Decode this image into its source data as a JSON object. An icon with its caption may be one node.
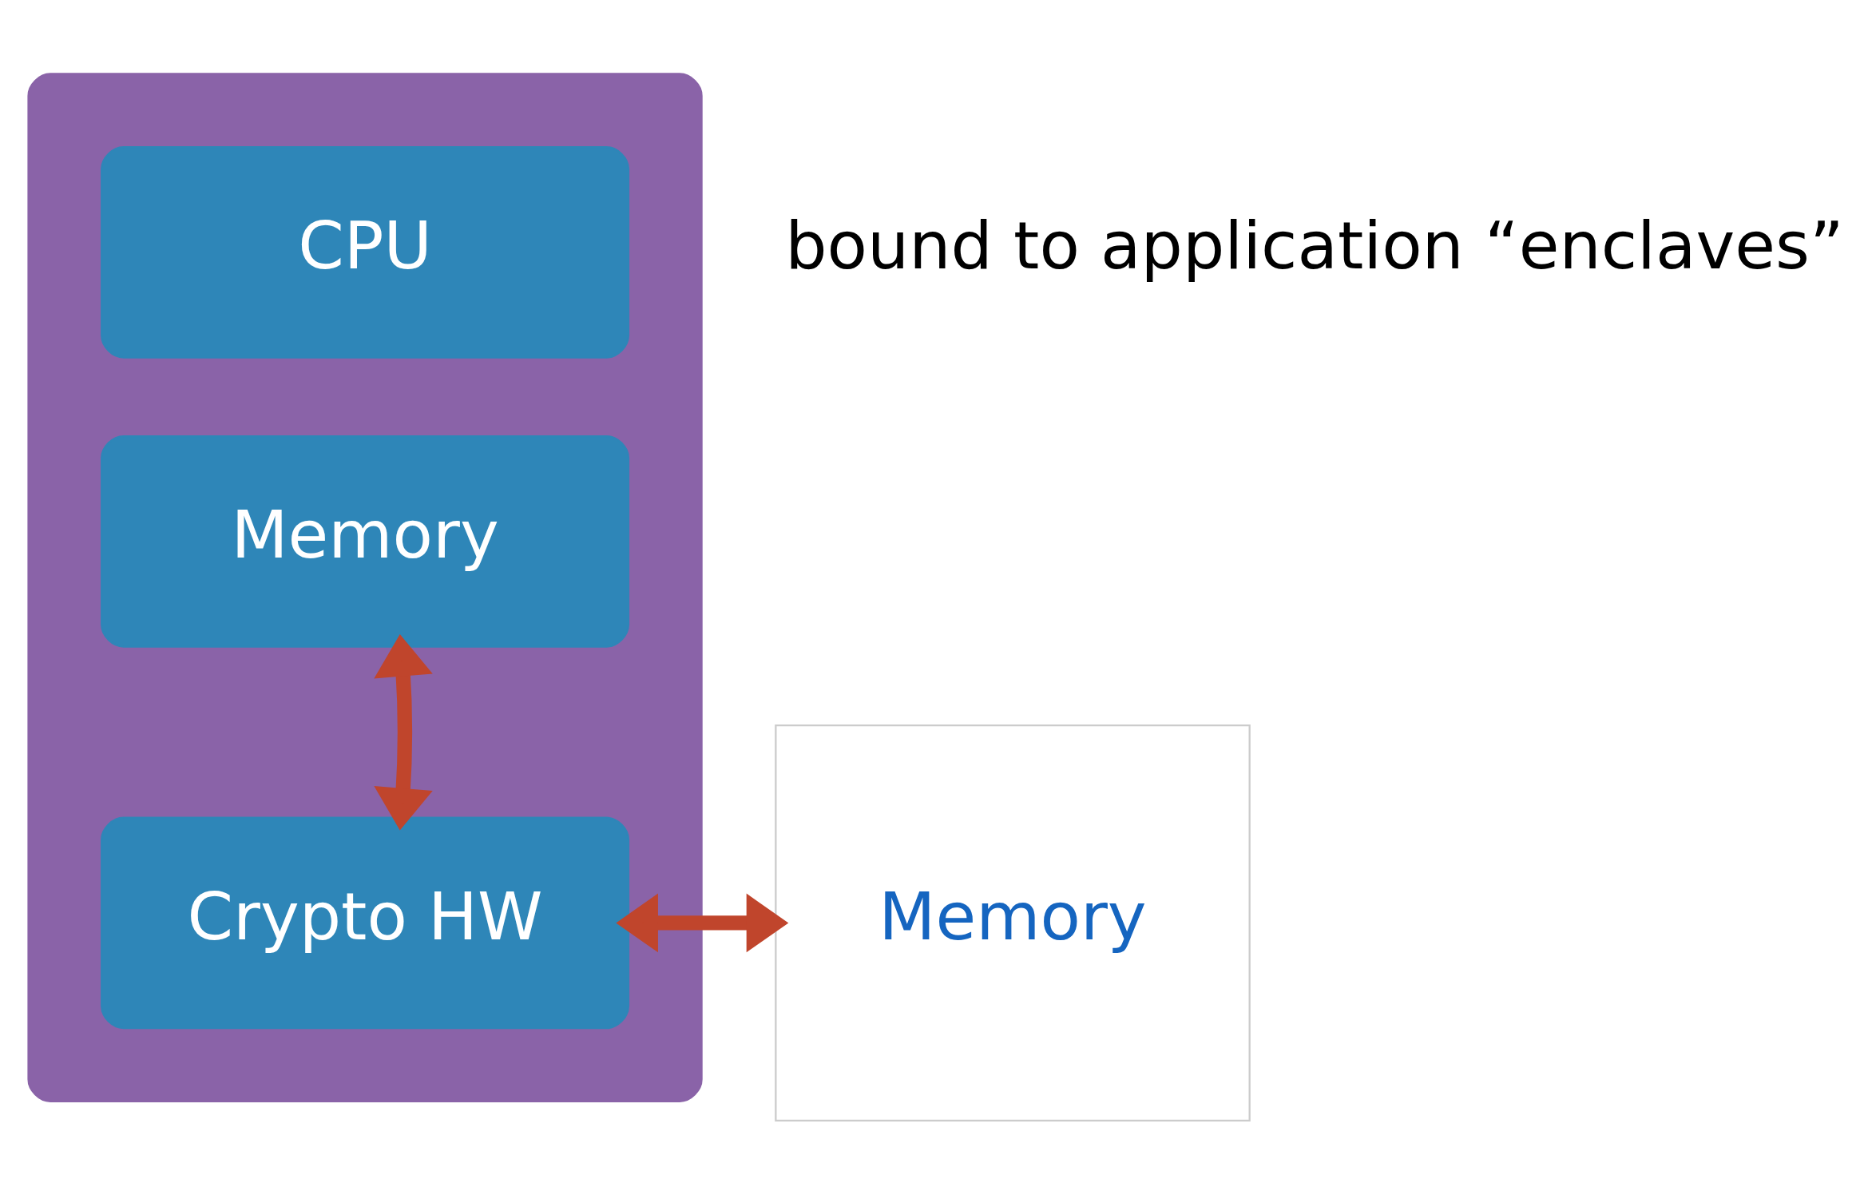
{
  "diagram": {
    "nodes": [
      {
        "text": [],
        "shape": "box"
      },
      {
        "text": [
          "CPU"
        ],
        "in": 0
      },
      {
        "text": [
          "Memory"
        ],
        "in": 0
      },
      {
        "text": [
          "Crypto HW"
        ],
        "in": 0
      },
      {
        "text": [
          "Memory"
        ]
      }
    ],
    "edges": [
      {
        "from": 2,
        "to": 3,
        "arrow": "both"
      },
      {
        "from": 3,
        "to": 4,
        "arrow": "both"
      }
    ],
    "labels": [
      "bound to application “enclaves”"
    ]
  }
}
